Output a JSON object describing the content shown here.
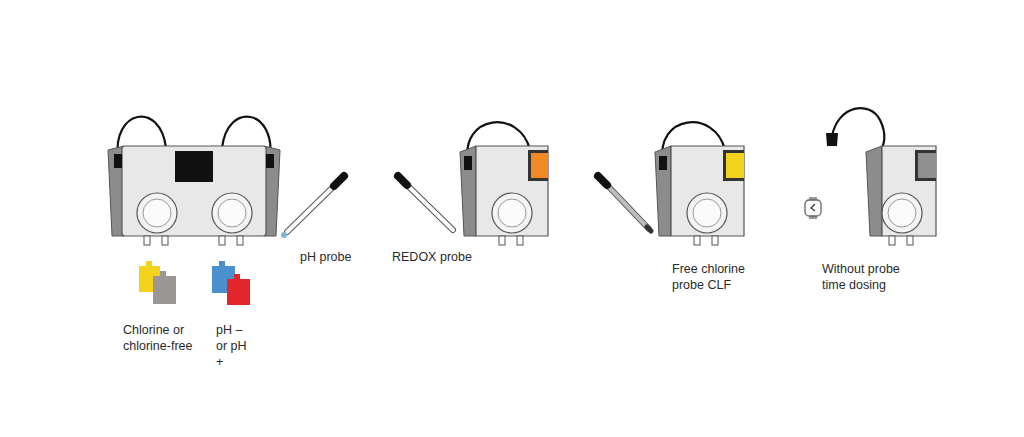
{
  "diagram": {
    "labels": [
      "Chlorine or chlorine-free",
      "pH – or pH +",
      "pH probe",
      "REDOX probe",
      "Free chlorine probe CLF",
      "Without probe time dosing"
    ]
  }
}
